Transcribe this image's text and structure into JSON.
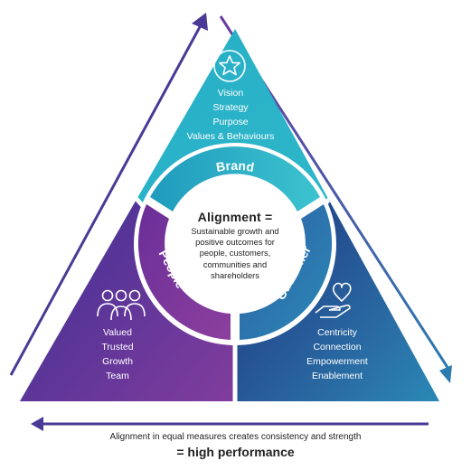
{
  "brand": {
    "label": "Brand",
    "icon": "star-icon",
    "items": [
      "Vision",
      "Strategy",
      "Purpose",
      "Values & Behaviours"
    ]
  },
  "people": {
    "label": "People",
    "icon": "people-icon",
    "items": [
      "Valued",
      "Trusted",
      "Growth",
      "Team"
    ]
  },
  "customer": {
    "label": "Customer",
    "icon": "heart-hand-icon",
    "items": [
      "Centricity",
      "Connection",
      "Empowerment",
      "Enablement"
    ]
  },
  "center": {
    "title": "Alignment =",
    "body": [
      "Sustainable growth and",
      "positive outcomes for",
      "people, customers,",
      "communities and",
      "shareholders"
    ]
  },
  "footer": {
    "text": "Alignment in equal measures creates consistency and strength",
    "strong": "= high performance"
  },
  "colors": {
    "brand_teal": "#2bb0c6",
    "people_purple": "#4a2e92",
    "customer_navy": "#2b3a8a",
    "arrow": "#4a3a95"
  }
}
